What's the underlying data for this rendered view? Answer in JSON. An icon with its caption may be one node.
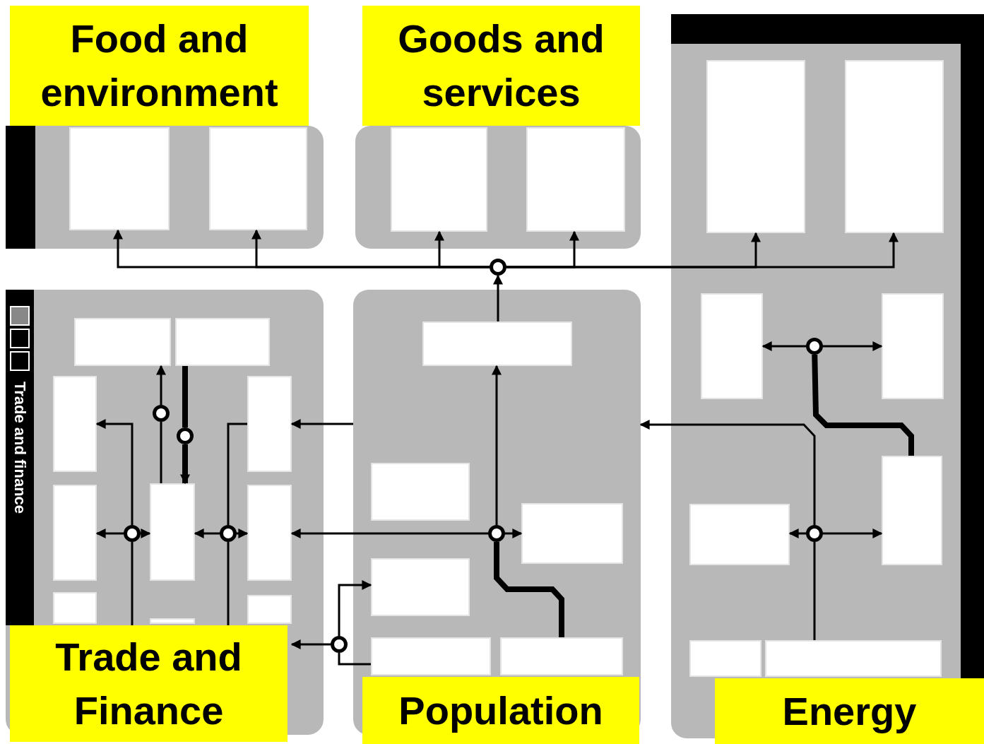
{
  "diagram": {
    "nodes": [
      {
        "text": [
          "Food and environment"
        ]
      },
      {
        "text": [],
        "shape": "box",
        "in": 0
      },
      {
        "text": [],
        "shape": "box",
        "in": 0
      },
      {
        "text": [
          "Goods and services"
        ]
      },
      {
        "text": [],
        "shape": "box",
        "in": 3
      },
      {
        "text": [],
        "shape": "box",
        "in": 3
      },
      {
        "text": [
          "Energy"
        ]
      },
      {
        "text": [],
        "shape": "box",
        "in": 6
      },
      {
        "text": [],
        "shape": "box",
        "in": 6
      },
      {
        "text": [],
        "shape": "circle"
      },
      {
        "text": [
          "Trade and Finance"
        ]
      },
      {
        "text": [],
        "shape": "box",
        "in": 10
      },
      {
        "text": [],
        "shape": "box",
        "in": 10
      },
      {
        "text": [],
        "shape": "box",
        "in": 10
      },
      {
        "text": [],
        "shape": "box",
        "in": 10
      },
      {
        "text": [],
        "shape": "box",
        "in": 10
      },
      {
        "text": [],
        "shape": "box",
        "in": 10
      },
      {
        "text": [],
        "shape": "box",
        "in": 10
      },
      {
        "text": [],
        "shape": "box",
        "in": 10
      },
      {
        "text": [],
        "shape": "box",
        "in": 10
      },
      {
        "text": [],
        "shape": "box",
        "in": 10
      },
      {
        "text": [],
        "shape": "circle",
        "in": 10
      },
      {
        "text": [],
        "shape": "circle",
        "in": 10
      },
      {
        "text": [],
        "shape": "circle",
        "in": 10
      },
      {
        "text": [],
        "shape": "circle",
        "in": 10
      },
      {
        "text": [
          "Population"
        ]
      },
      {
        "text": [],
        "shape": "box",
        "in": 25
      },
      {
        "text": [],
        "shape": "box",
        "in": 25
      },
      {
        "text": [],
        "shape": "box",
        "in": 25
      },
      {
        "text": [],
        "shape": "box",
        "in": 25
      },
      {
        "text": [],
        "shape": "box",
        "in": 25
      },
      {
        "text": [],
        "shape": "box",
        "in": 25
      },
      {
        "text": [],
        "shape": "circle",
        "in": 25
      },
      {
        "text": [],
        "shape": "circle"
      },
      {
        "text": [],
        "shape": "box",
        "in": 6
      },
      {
        "text": [],
        "shape": "box",
        "in": 6
      },
      {
        "text": [],
        "shape": "box",
        "in": 6
      },
      {
        "text": [],
        "shape": "box",
        "in": 6
      },
      {
        "text": [],
        "shape": "box",
        "in": 6
      },
      {
        "text": [],
        "shape": "box",
        "in": 6
      },
      {
        "text": [],
        "shape": "circle",
        "in": 6
      },
      {
        "text": [],
        "shape": "circle",
        "in": 6
      }
    ],
    "edges": [
      {
        "from": 9,
        "to": 1,
        "arrow": "to"
      },
      {
        "from": 9,
        "to": 2,
        "arrow": "to"
      },
      {
        "from": 9,
        "to": 4,
        "arrow": "to"
      },
      {
        "from": 9,
        "to": 5,
        "arrow": "to"
      },
      {
        "from": 9,
        "to": 7,
        "arrow": "to"
      },
      {
        "from": 9,
        "to": 8,
        "arrow": "to"
      },
      {
        "from": 26,
        "to": 9,
        "arrow": "to"
      },
      {
        "from": 21,
        "to": 11,
        "arrow": "to"
      },
      {
        "from": 16,
        "to": 21,
        "arrow": "none"
      },
      {
        "from": 12,
        "to": 22,
        "arrow": "none",
        "style": "thick"
      },
      {
        "from": 22,
        "to": 16,
        "arrow": "to",
        "style": "thick"
      },
      {
        "from": 23,
        "to": 13,
        "arrow": "to"
      },
      {
        "from": 23,
        "to": 14,
        "arrow": "to"
      },
      {
        "from": 23,
        "to": 16,
        "arrow": "to"
      },
      {
        "from": null,
        "to": 23,
        "arrow": "none"
      },
      {
        "from": 18,
        "to": 24,
        "arrow": "none"
      },
      {
        "from": 24,
        "to": 16,
        "arrow": "to"
      },
      {
        "from": 24,
        "to": 19,
        "arrow": "to"
      },
      {
        "from": null,
        "to": 24,
        "arrow": "none"
      },
      {
        "from": 25,
        "to": 18,
        "arrow": "to"
      },
      {
        "from": 32,
        "to": 19,
        "arrow": "to"
      },
      {
        "from": 32,
        "to": 26,
        "arrow": "to"
      },
      {
        "from": 32,
        "to": 28,
        "arrow": "to"
      },
      {
        "from": 31,
        "to": 32,
        "arrow": "none",
        "style": "thick"
      },
      {
        "from": 30,
        "to": 33,
        "arrow": "none"
      },
      {
        "from": 33,
        "to": 29,
        "arrow": "to"
      },
      {
        "from": 33,
        "to": 20,
        "arrow": "to"
      },
      {
        "from": 40,
        "to": 34,
        "arrow": "to"
      },
      {
        "from": 40,
        "to": 35,
        "arrow": "to"
      },
      {
        "from": 36,
        "to": 40,
        "arrow": "none",
        "style": "thick"
      },
      {
        "from": 41,
        "to": 37,
        "arrow": "to"
      },
      {
        "from": 41,
        "to": 36,
        "arrow": "to"
      },
      {
        "from": 39,
        "to": 41,
        "arrow": "none"
      },
      {
        "from": 41,
        "to": 25,
        "arrow": "to"
      }
    ],
    "labels": [
      "Trade and finance"
    ]
  }
}
